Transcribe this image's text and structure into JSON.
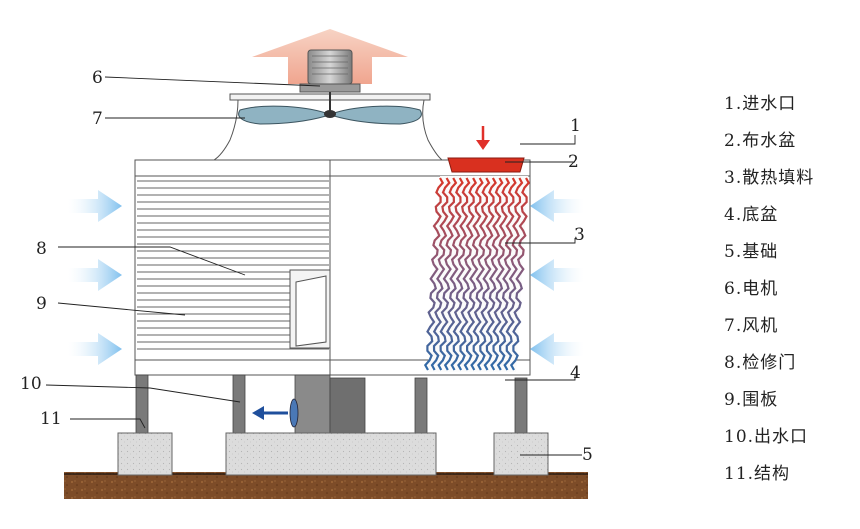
{
  "callouts": [
    {
      "num": "1",
      "label": "1.进水口"
    },
    {
      "num": "2",
      "label": "2.布水盆"
    },
    {
      "num": "3",
      "label": "3.散热填料"
    },
    {
      "num": "4",
      "label": "4.底盆"
    },
    {
      "num": "5",
      "label": "5.基础"
    },
    {
      "num": "6",
      "label": "6.电机"
    },
    {
      "num": "7",
      "label": "7.风机"
    },
    {
      "num": "8",
      "label": "8.检修门"
    },
    {
      "num": "9",
      "label": "9.围板"
    },
    {
      "num": "10",
      "label": "10.出水口"
    },
    {
      "num": "11",
      "label": "11.结构"
    }
  ],
  "colors": {
    "water_in_arrow": "#e0302a",
    "basin": "#d9301f",
    "air_arrow": "#8ec8ef",
    "exhaust": "#f2b8a6",
    "fan_blade": "#8fb3c2",
    "ground": "#7a4a26",
    "fill_hot": "#d8372a",
    "fill_cold": "#2f6aa8",
    "outlet_arrow": "#1f4f9c"
  }
}
